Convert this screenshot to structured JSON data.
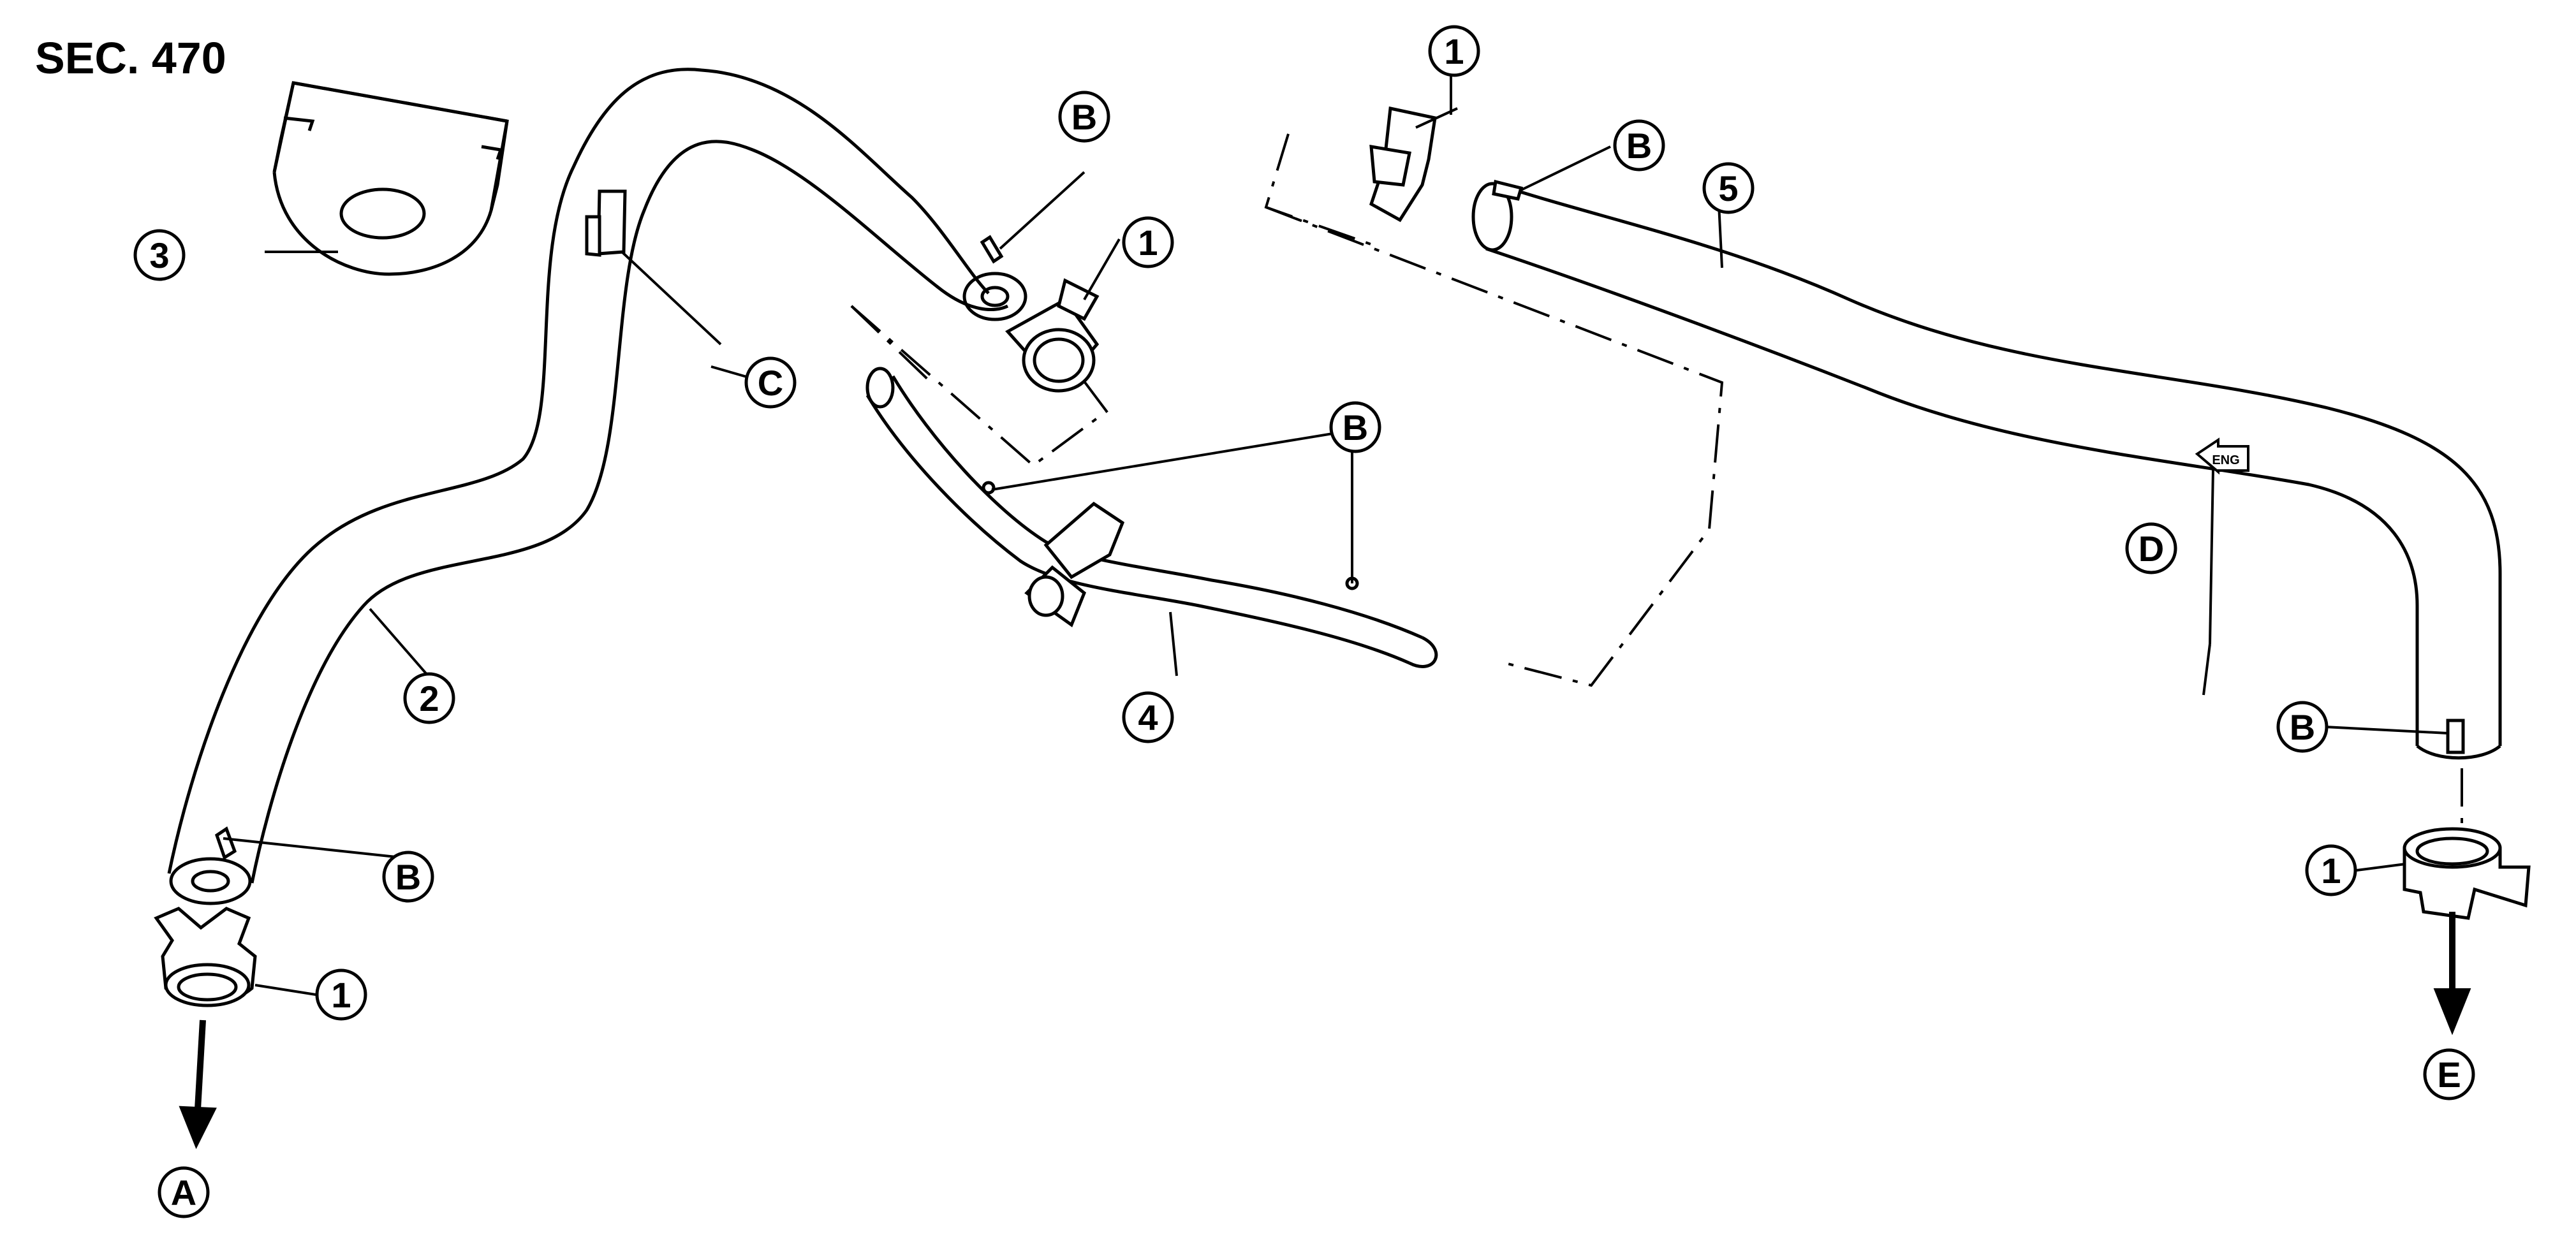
{
  "section_label": "SEC. 470",
  "part_callouts": {
    "clamp": "1",
    "hose_2": "2",
    "bracket_3": "3",
    "hose_4": "4",
    "hose_5": "5"
  },
  "letter_callouts": {
    "paint_mark": "B",
    "marker_c": "C",
    "direction_d": "D",
    "to_a": "A",
    "to_e": "E"
  },
  "direction_tag": "ENG",
  "colors": {
    "line": "#000000",
    "background": "#ffffff"
  }
}
